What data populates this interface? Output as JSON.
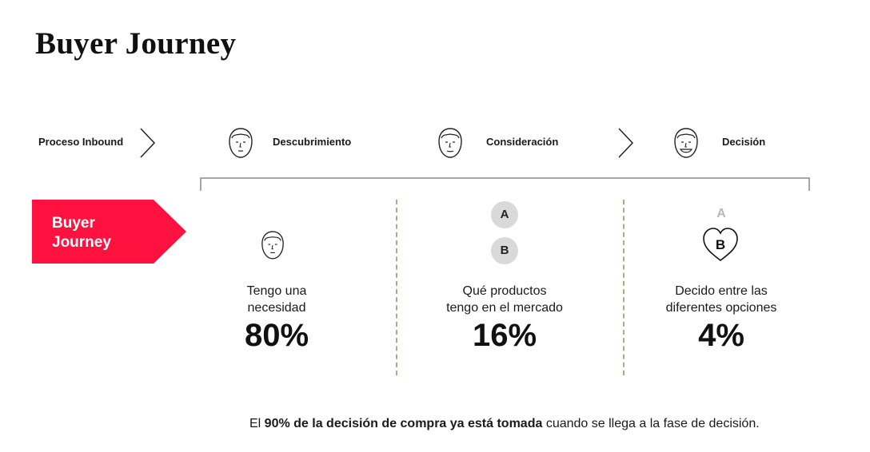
{
  "title": "Buyer Journey",
  "stages": [
    {
      "label": "Proceso Inbound",
      "icon": "chevron-right-icon"
    },
    {
      "label": "Descubrimiento",
      "icon": "neutral-face-icon"
    },
    {
      "label": "Consideración",
      "icon": "neutral-face-icon"
    },
    {
      "label": "Decisión",
      "icon": "smiling-face-icon"
    }
  ],
  "banner": {
    "line1": "Buyer",
    "line2": "Journey",
    "color": "#ff1240"
  },
  "columns": [
    {
      "desc_line1": "Tengo una",
      "desc_line2": "necesidad",
      "value": "80%",
      "icon": "neutral-face-icon"
    },
    {
      "desc_line1": "Qué productos",
      "desc_line2": "tengo en el mercado",
      "value": "16%",
      "options": [
        "A",
        "B"
      ]
    },
    {
      "desc_line1": "Decido entre las",
      "desc_line2": "diferentes opciones",
      "value": "4%",
      "faded_option": "A",
      "chosen_option": "B",
      "icon": "heart-icon"
    }
  ],
  "footnote": {
    "prefix": "El ",
    "bold": "90% de la decisión de compra ya está tomada",
    "suffix": " cuando se llega a la fase de decisión."
  },
  "colors": {
    "accent": "#ff1240",
    "divider": "#b3a98a",
    "option_bg": "#d9d9d9"
  }
}
